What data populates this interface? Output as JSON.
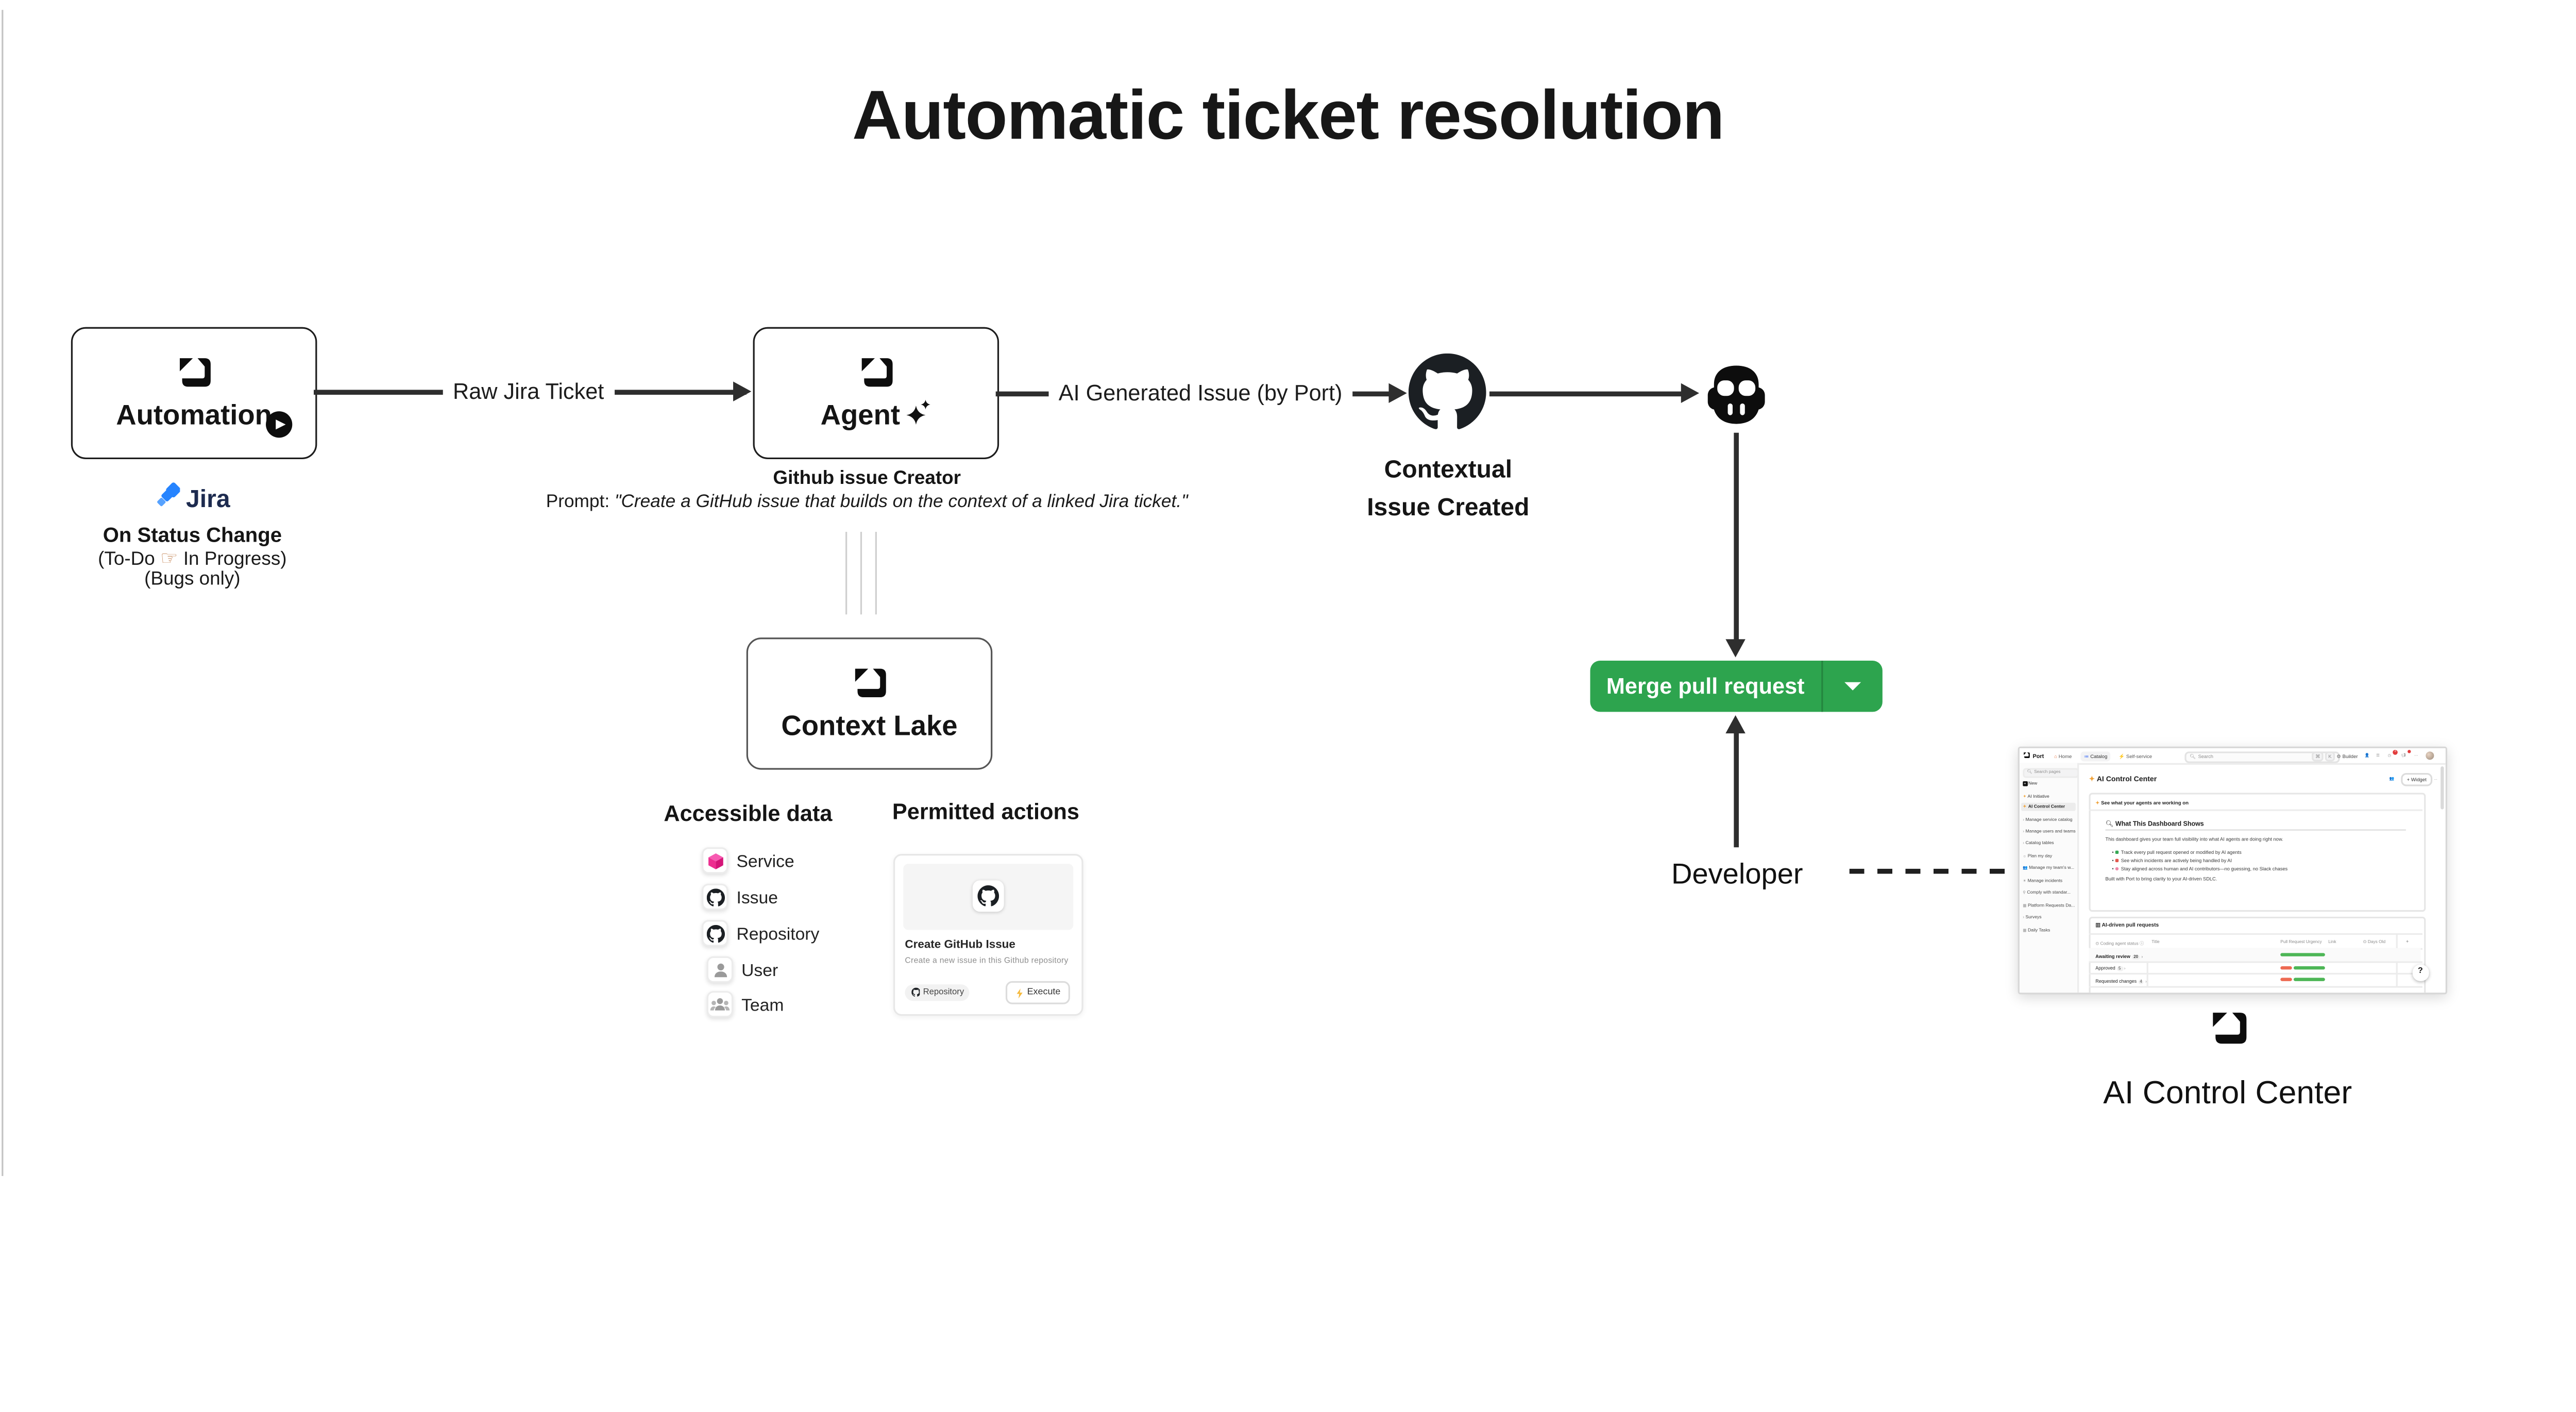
{
  "page": {
    "title": "Automatic ticket resolution"
  },
  "colors": {
    "line": "#2e2e2e",
    "merge_green": "#2da44e",
    "bar_green": "#4db656",
    "bar_red": "#ee6a52",
    "jira_blue": "#2684FF",
    "jira_text": "#1d2b4f",
    "service_pink": "#ed2e90",
    "sparkle_orange": "#f0a33a"
  },
  "nodes": {
    "automation": {
      "label": "Automation"
    },
    "agent": {
      "label": "Agent"
    },
    "context_lake": {
      "label": "Context Lake"
    }
  },
  "jira_trigger": {
    "brand": "Jira",
    "heading": "On Status Change",
    "from": "(To-Do",
    "to": "In Progress)",
    "note": "(Bugs only)"
  },
  "agent_details": {
    "title": "Github issue Creator",
    "prompt_label": "Prompt:",
    "prompt_quote": "\"Create a GitHub issue that builds on the context of a linked Jira ticket.\""
  },
  "edges": {
    "automation_agent": "Raw Jira Ticket",
    "agent_github": "AI Generated Issue (by Port)"
  },
  "github_node": {
    "caption_line1": "Contextual",
    "caption_line2": "Issue Created"
  },
  "pr": {
    "merge_label": "Merge pull request"
  },
  "developer": {
    "label": "Developer"
  },
  "accessible": {
    "title": "Accessible data",
    "items": [
      {
        "icon": "service-cube-icon",
        "label": "Service"
      },
      {
        "icon": "github-icon",
        "label": "Issue"
      },
      {
        "icon": "github-icon",
        "label": "Repository"
      },
      {
        "icon": "user-icon",
        "label": "User"
      },
      {
        "icon": "team-icon",
        "label": "Team"
      }
    ]
  },
  "actions": {
    "title": "Permitted actions",
    "card": {
      "title": "Create GitHub Issue",
      "description": "Create a new issue in this Github repository",
      "repository_tag": "Repository",
      "execute_label": "Execute"
    }
  },
  "control_center_caption": "AI Control Center",
  "mini": {
    "topbar": {
      "brand": "Port",
      "nav": [
        {
          "label": "Home"
        },
        {
          "label": "Catalog"
        },
        {
          "label": "Self-service"
        }
      ],
      "search_placeholder": "Search",
      "kbd_cmd": "⌘",
      "kbd_k": "K",
      "builder": "Builder",
      "notification_count": "2"
    },
    "sidebar": {
      "search_placeholder": "Search pages",
      "items": [
        "New",
        "AI Initiative",
        "AI Control Center",
        "Manage service catalog",
        "Manage users and teams",
        "Catalog tables",
        "Plan my day",
        "Manage my team's w...",
        "Manage incidents",
        "Comply with standar...",
        "Platform Requests Da...",
        "Surveys",
        "Daily Tasks"
      ]
    },
    "page": {
      "title": "AI Control Center",
      "widget_button": "+ Widget",
      "more": "...",
      "banner": "See what your agents are working on",
      "section_title": "What This Dashboard Shows",
      "intro": "This dashboard gives your team full visibility into what AI agents are doing right now.",
      "bullets": [
        "Track every pull request opened or modified by AI agents",
        "See which incidents are actively being handled by AI",
        "Stay aligned across human and AI contributors—no guessing, no Slack chases"
      ],
      "footer": "Built with Port to bring clarity to your AI-driven SDLC."
    },
    "table": {
      "title": "AI-driven pull requests",
      "columns": [
        "Coding agent status",
        "Title",
        "Pull Request Urgency",
        "Link",
        "Days Old",
        "+"
      ],
      "rows": [
        {
          "status": "Awaiting review",
          "count": "20",
          "urgency": {
            "red": 0,
            "green": 1
          }
        },
        {
          "status": "Approved",
          "count": "5",
          "urgency": {
            "red": 0.27,
            "green": 0.7
          }
        },
        {
          "status": "Requested changes",
          "count": "4",
          "urgency": {
            "red": 0.27,
            "green": 0.7
          }
        }
      ],
      "help": "?"
    }
  }
}
